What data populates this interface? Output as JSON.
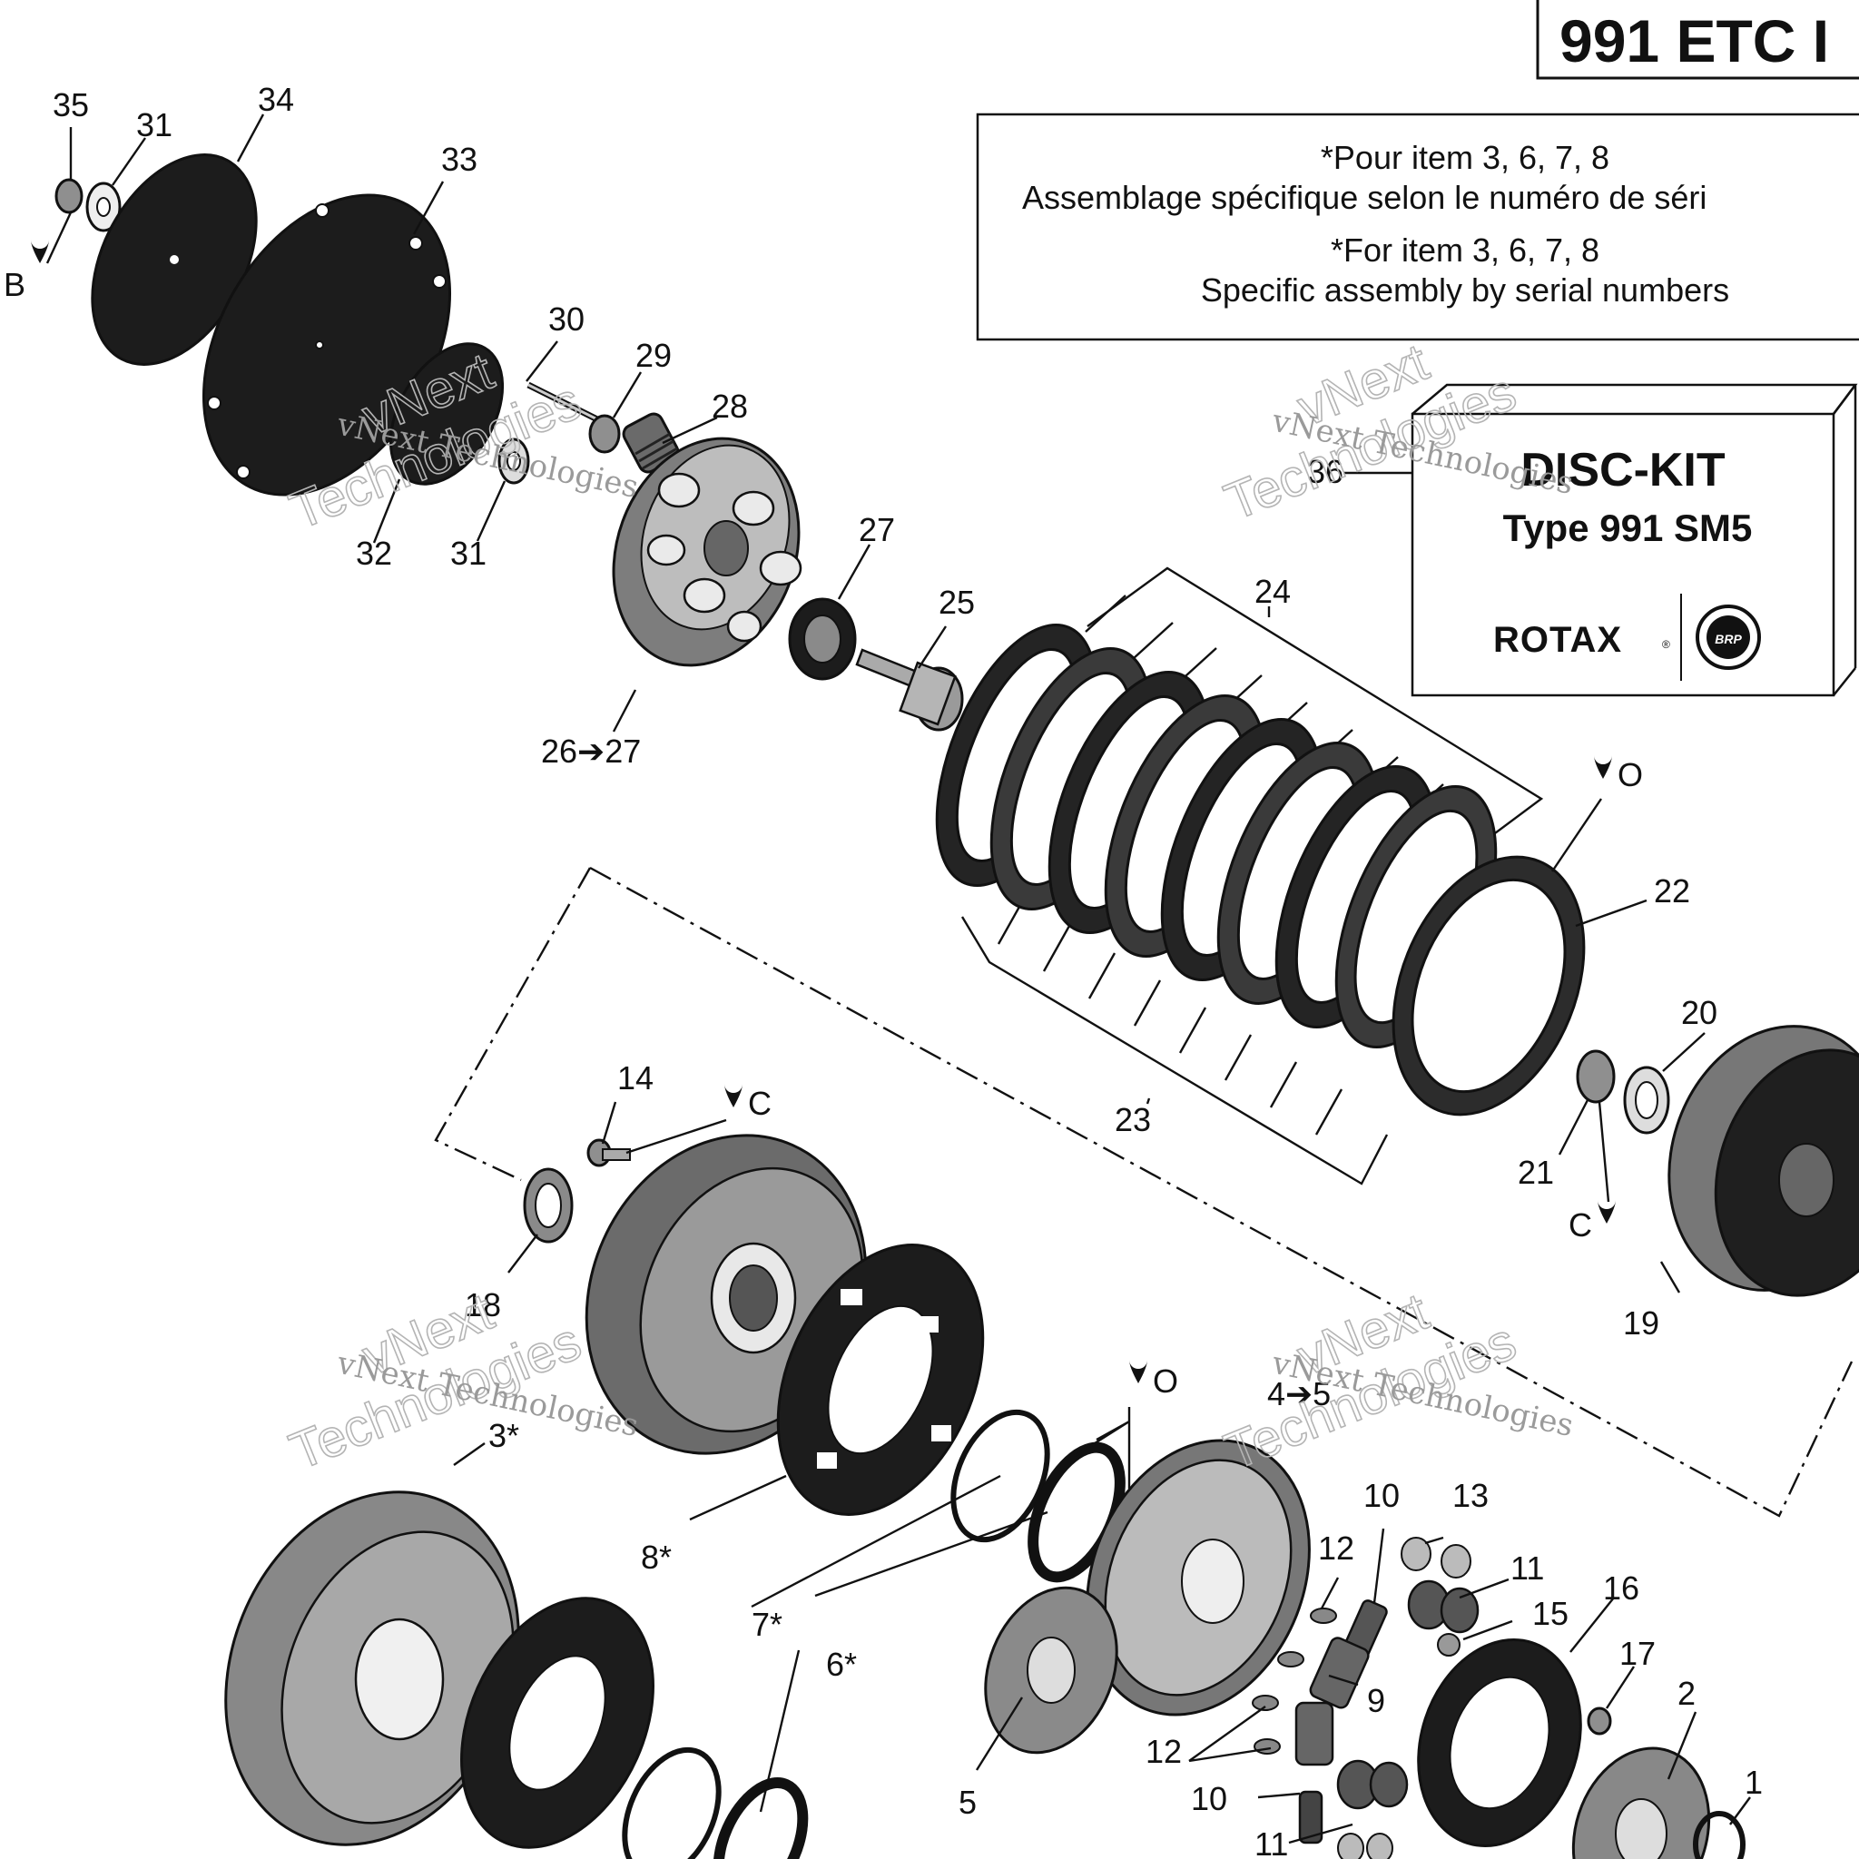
{
  "title_box": {
    "text": "991 ETC I"
  },
  "note": {
    "fr_line1": "*Pour item 3, 6, 7, 8",
    "fr_line2": "Assemblage spécifique selon le numéro de séri",
    "en_line1": "*For item 3, 6, 7, 8",
    "en_line2": "Specific assembly by serial numbers"
  },
  "disc_kit": {
    "title": "DISC-KIT",
    "subtitle": "Type 991 SM5",
    "brand": "ROTAX",
    "brand_mark": "®",
    "logo_text": "BRP",
    "ref_label": "36"
  },
  "watermark": {
    "small": "vNext Technologies",
    "big_1": "vNext",
    "big_2": "Technologies"
  },
  "labels": {
    "l35": "35",
    "l31a": "31",
    "l34": "34",
    "l33": "33",
    "lB": "B",
    "l30": "30",
    "l29": "29",
    "l28": "28",
    "l32": "32",
    "l31b": "31",
    "l27": "27",
    "l25": "25",
    "l2627": "26➔27",
    "l24": "24",
    "lO1": "O",
    "l22": "22",
    "l20": "20",
    "l23": "23",
    "l21": "21",
    "lC1": "C",
    "l19": "19",
    "l14": "14",
    "lC2": "C",
    "l18": "18",
    "l3": "3*",
    "lO2": "O",
    "l45": "4➔5",
    "l8": "8*",
    "l10a": "10",
    "l13": "13",
    "l12a": "12",
    "l11a": "11",
    "l15": "15",
    "l16": "16",
    "l7": "7*",
    "l17": "17",
    "l6": "6*",
    "l9": "9",
    "l2": "2",
    "l12b": "12",
    "l1": "1",
    "l5": "5",
    "l10b": "10",
    "l11b": "11"
  },
  "icons": [
    "oil-drop-icon",
    "brp-logo-icon"
  ]
}
